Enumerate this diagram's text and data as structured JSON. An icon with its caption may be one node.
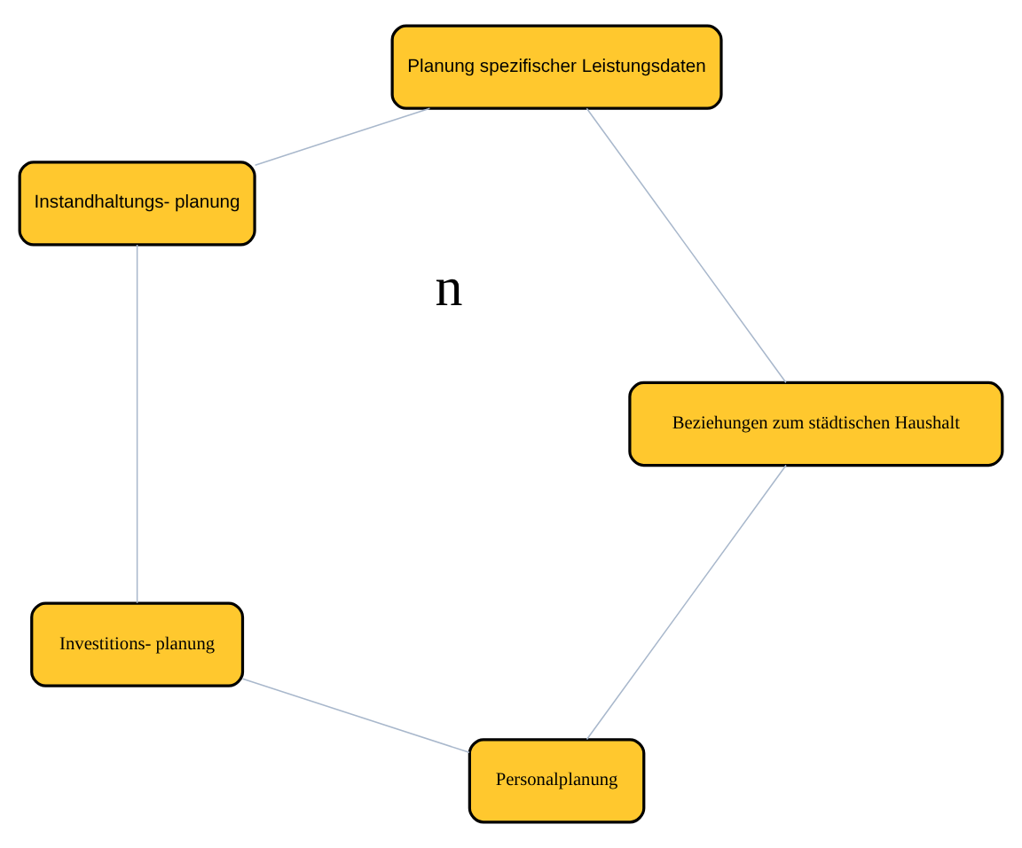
{
  "diagram": {
    "nodes": [
      {
        "text": [
          "Personalplanung"
        ]
      },
      {
        "text": [
          "Investitions- planung"
        ]
      },
      {
        "text": [
          "Instandhaltungs- planung"
        ]
      },
      {
        "text": [
          "Planung spezifischer Leistungsdaten"
        ]
      },
      {
        "text": [
          "Beziehungen zum städtischen Haushalt"
        ]
      }
    ],
    "edges": [
      {
        "from": 0,
        "to": 1,
        "arrow": "none"
      },
      {
        "from": 1,
        "to": 2,
        "arrow": "none"
      },
      {
        "from": 2,
        "to": 3,
        "arrow": "none"
      },
      {
        "from": 3,
        "to": 4,
        "arrow": "none"
      },
      {
        "from": 4,
        "to": 0,
        "arrow": "none"
      }
    ],
    "labels": [
      "n"
    ]
  }
}
